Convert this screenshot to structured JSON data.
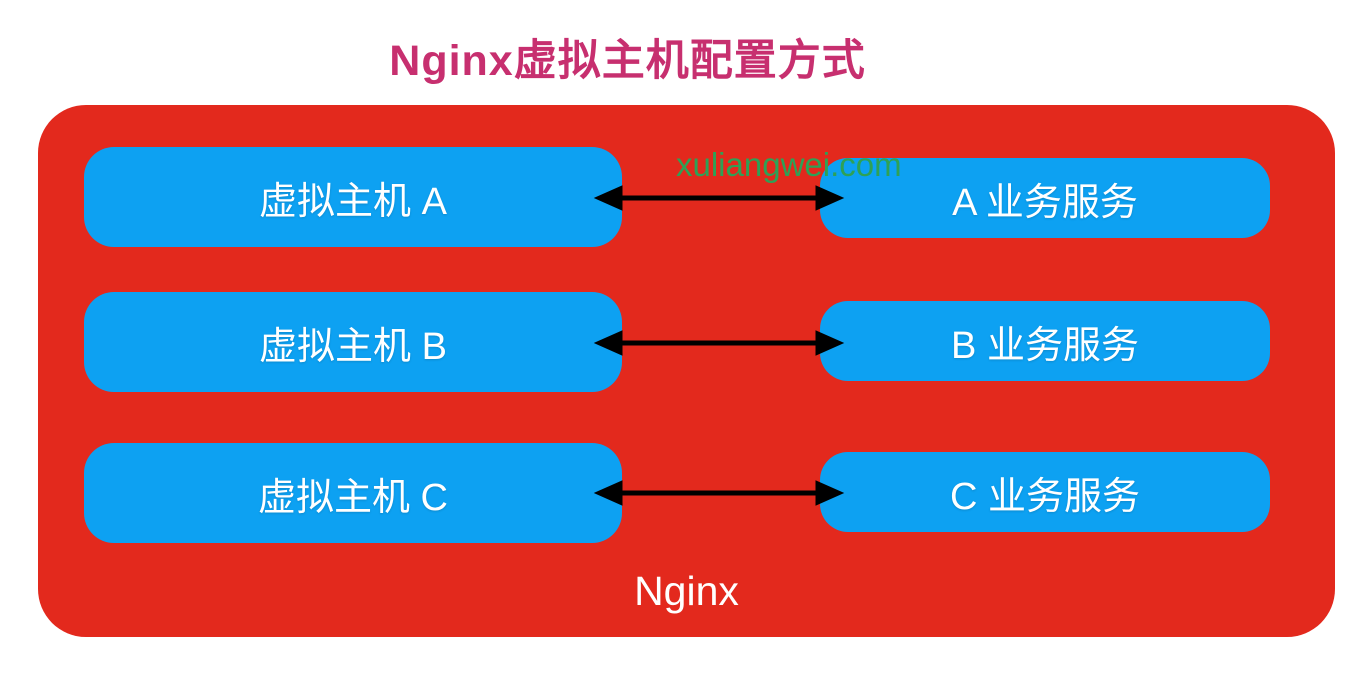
{
  "title": "Nginx虚拟主机配置方式",
  "watermark": "xuliangwei.com",
  "container_label": "Nginx",
  "diagram": {
    "rows": [
      {
        "host": "虚拟主机 A",
        "service": "A 业务服务"
      },
      {
        "host": "虚拟主机 B",
        "service": "B 业务服务"
      },
      {
        "host": "虚拟主机 C",
        "service": "C 业务服务"
      }
    ]
  },
  "colors": {
    "container_red": "#E3291D",
    "box_blue": "#0DA1F2",
    "title_magenta": "#C72F6F",
    "watermark_green": "#2EA156",
    "arrow_black": "#000000",
    "box_text_white": "#FFFFFF"
  }
}
